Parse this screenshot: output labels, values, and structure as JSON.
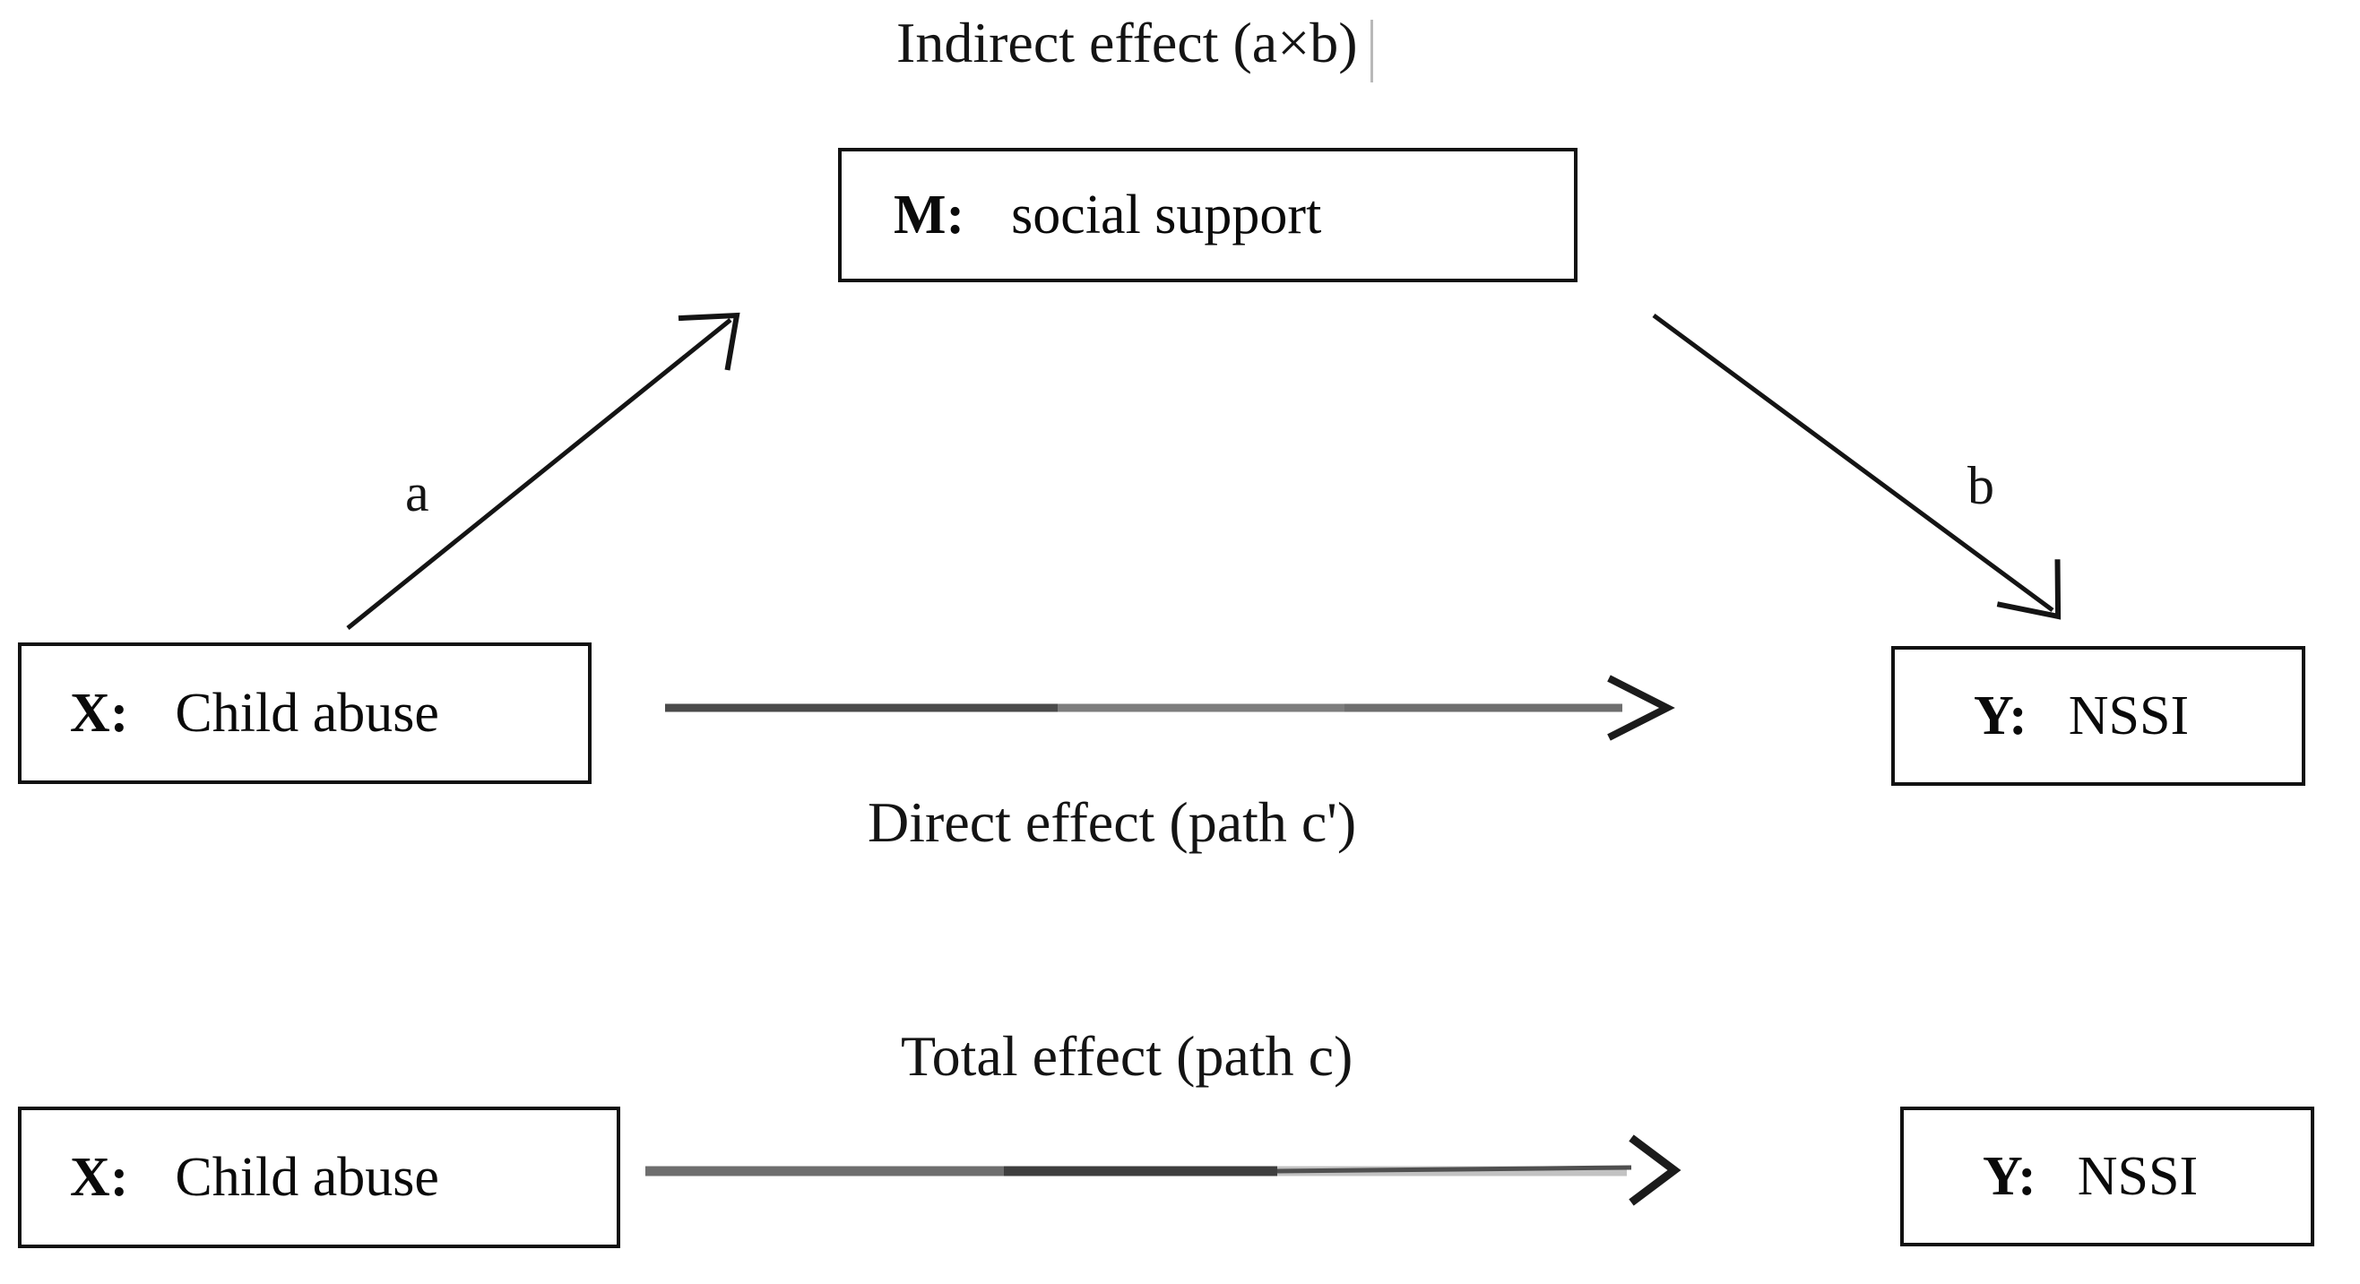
{
  "figure": {
    "type": "mediation-model-diagram",
    "title_top": "Indirect effect (a×b)",
    "caption_direct": "Direct effect (path c')",
    "caption_total": "Total effect (path c)"
  },
  "nodes": {
    "mediator": {
      "key": "M:",
      "label": "social support",
      "role": "mediator"
    },
    "predictor_mid": {
      "key": "X:",
      "label": "Child abuse",
      "role": "independent-variable"
    },
    "outcome_mid": {
      "key": "Y:",
      "label": "NSSI",
      "role": "dependent-variable"
    },
    "predictor_bottom": {
      "key": "X:",
      "label": "Child abuse",
      "role": "independent-variable"
    },
    "outcome_bottom": {
      "key": "Y:",
      "label": "NSSI",
      "role": "dependent-variable"
    }
  },
  "paths": {
    "a": {
      "letter": "a",
      "from": "X: Child abuse",
      "to": "M: social support"
    },
    "b": {
      "letter": "b",
      "from": "M: social support",
      "to": "Y: NSSI"
    },
    "c_prime": {
      "label": "Direct effect (path c')",
      "from": "X: Child abuse",
      "to": "Y: NSSI"
    },
    "c": {
      "label": "Total effect (path c)",
      "from": "X: Child abuse",
      "to": "Y: NSSI"
    },
    "indirect": {
      "label": "Indirect effect (a×b)",
      "composition": "a×b"
    }
  },
  "colors": {
    "background": "#ffffff",
    "stroke": "#111111",
    "text": "#141414",
    "line_gray": "#6e6e6e",
    "line_light": "#c2c2c2"
  }
}
